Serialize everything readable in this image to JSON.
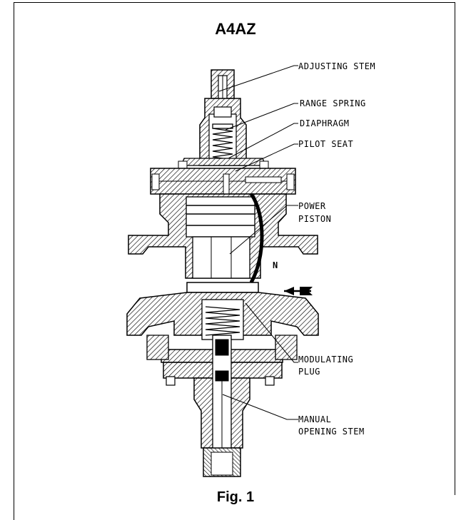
{
  "title": "A4AZ",
  "caption": "Fig. 1",
  "labels": {
    "adjusting_stem": "ADJUSTING STEM",
    "range_spring": "RANGE SPRING",
    "diaphragm": "DIAPHRAGM",
    "pilot_seat": "PILOT SEAT",
    "power_piston_1": "POWER",
    "power_piston_2": "PISTON",
    "modulating_plug_1": "MODULATING",
    "modulating_plug_2": "PLUG",
    "manual_opening_stem_1": "MANUAL",
    "manual_opening_stem_2": "OPENING STEM",
    "n_marker": "N"
  }
}
